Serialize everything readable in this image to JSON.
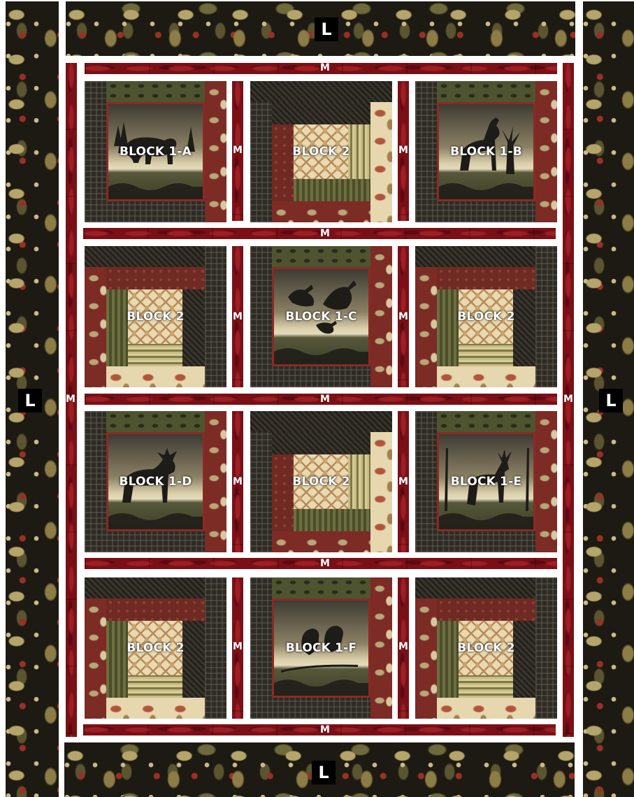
{
  "labels": {
    "border": "L",
    "sashing": "M"
  },
  "blocks": [
    {
      "label": "BLOCK 1-A",
      "kind": "panel",
      "animal": "bear"
    },
    {
      "label": "BLOCK 2",
      "kind": "logcabin"
    },
    {
      "label": "BLOCK 1-B",
      "kind": "panel",
      "animal": "wolf"
    },
    {
      "label": "BLOCK 2",
      "kind": "logcabin"
    },
    {
      "label": "BLOCK 1-C",
      "kind": "panel",
      "animal": "geese"
    },
    {
      "label": "BLOCK 2",
      "kind": "logcabin"
    },
    {
      "label": "BLOCK 1-D",
      "kind": "panel",
      "animal": "moose"
    },
    {
      "label": "BLOCK 2",
      "kind": "logcabin"
    },
    {
      "label": "BLOCK 1-E",
      "kind": "panel",
      "animal": "deer"
    },
    {
      "label": "BLOCK 2",
      "kind": "logcabin"
    },
    {
      "label": "BLOCK 1-F",
      "kind": "panel",
      "animal": "birds"
    },
    {
      "label": "BLOCK 2",
      "kind": "logcabin"
    }
  ],
  "colors": {
    "sashing_red": "#7a1016",
    "border_paisley_dark": "#1c1a12",
    "label_box": "#000000"
  }
}
